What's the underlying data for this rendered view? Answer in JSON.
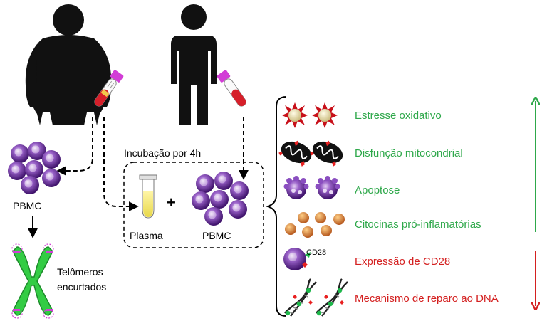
{
  "left": {
    "pbmc_label": "PBMC",
    "telomere_label_line1": "Telômeros",
    "telomere_label_line2": "encurtados"
  },
  "middle": {
    "incubation_label": "Incubação por 4h",
    "plus_sign": "+",
    "plasma_label": "Plasma",
    "pbmc_label": "PBMC"
  },
  "effects": {
    "increased": [
      "Estresse oxidativo",
      "Disfunção mitocondrial",
      "Apoptose",
      "Citocinas pró-inflamatórias"
    ],
    "decreased": [
      "Expressão de CD28",
      "Mecanismo de reparo ao DNA"
    ],
    "cd28_tag": "CD28"
  },
  "colors": {
    "increase": "#2ea84a",
    "decrease": "#d42020",
    "cell": "#6a2aa0",
    "body": "#111111"
  },
  "icons": [
    "obese-person-icon",
    "lean-person-icon",
    "blood-tube-icon",
    "pbmc-cluster-icon",
    "chromosome-icon",
    "plasma-tube-icon",
    "ros-icon",
    "mitochondria-icon",
    "apoptotic-cell-icon",
    "cytokine-icon",
    "cd28-cell-icon",
    "dna-icon",
    "up-arrow-icon",
    "down-arrow-icon"
  ]
}
